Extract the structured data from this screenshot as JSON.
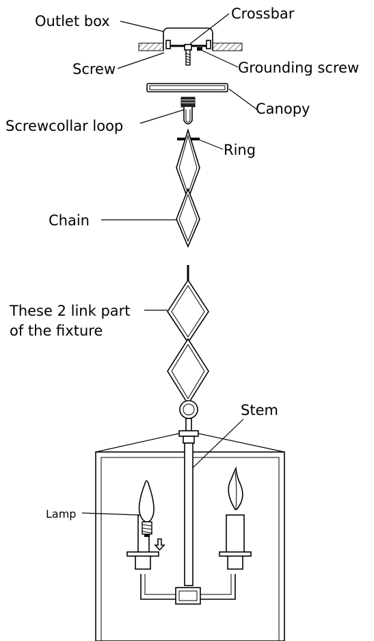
{
  "labels": {
    "outlet_box": "Outlet box",
    "crossbar": "Crossbar",
    "screw": "Screw",
    "grounding_screw": "Grounding screw",
    "canopy": "Canopy",
    "screwcollar_loop": "Screwcollar loop",
    "ring": "Ring",
    "chain": "Chain",
    "fixture_links_line1": "These 2 link part",
    "fixture_links_line2": "of the fixture",
    "stem": "Stem",
    "lamp": "Lamp"
  },
  "icons": {
    "insert_arrow": "down-arrow-icon"
  }
}
